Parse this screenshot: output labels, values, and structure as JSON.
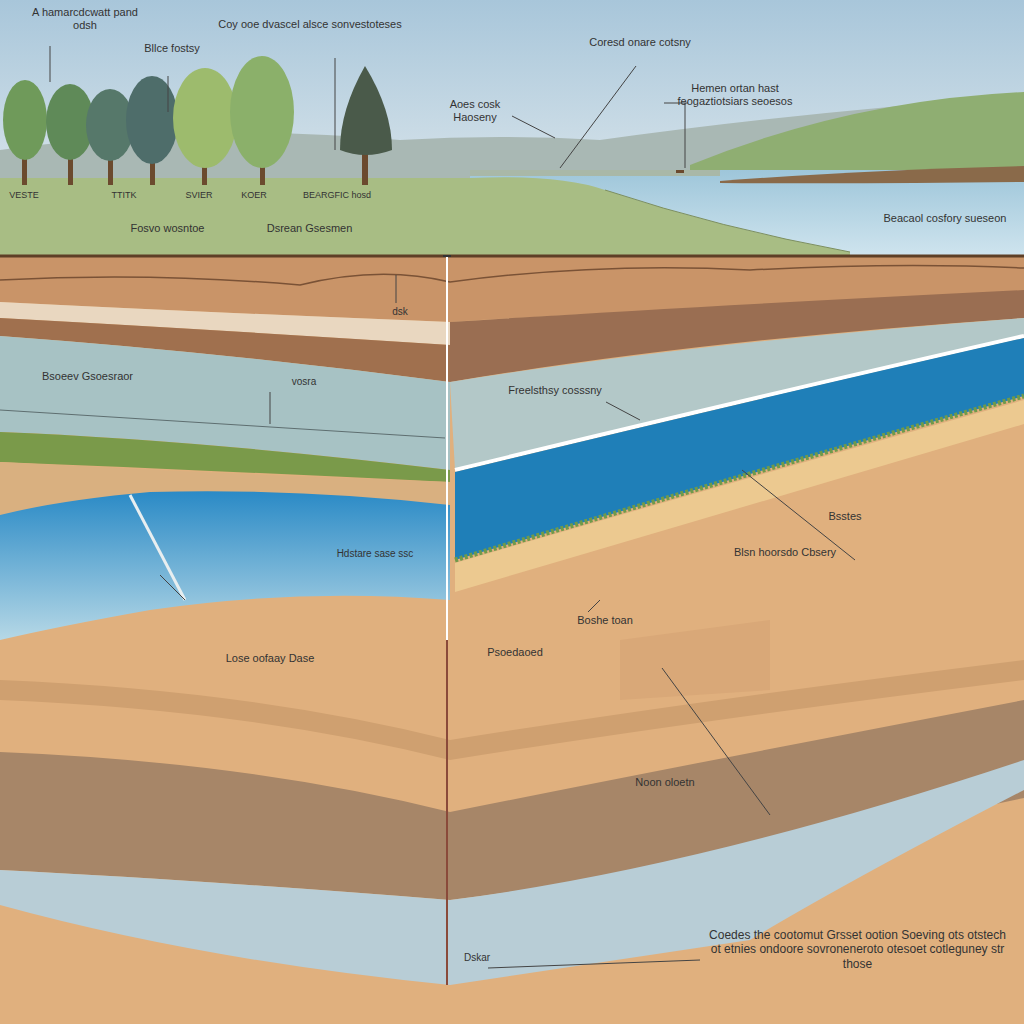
{
  "diagram": {
    "labels": [
      "A hamarcdcwatt pand odsh",
      "Bllce fostsy",
      "Coy ooe dvascel alsce sonvestoteses",
      "Coresd onare cotsny",
      "Aoes cosk Haoseny",
      "Hemen ortan hast feogaztiotsiars seoesos",
      "VESTE",
      "TTITK",
      "SVIER",
      "KOER",
      "BEARGFIC hosd",
      "Fosvo wosntoe",
      "Dsrean Gsesmen",
      "Beacaol cosfory sueseon",
      "dsk",
      "Bsoeev Gsoesraor",
      "vosra",
      "Freelsthsy cosssny",
      "Hdstare sase ssc",
      "Bsstes",
      "Blsn hoorsdo Cbsery",
      "Boshe toan",
      "Psoedaoed",
      "Lose oofaay Dase",
      "Noon oloetn",
      "Dskar",
      "Coedes the cootomut Grsset ootion Soeving ots otstech ot etnies ondoore sovroneneroto otesoet cotleguney str those"
    ]
  }
}
